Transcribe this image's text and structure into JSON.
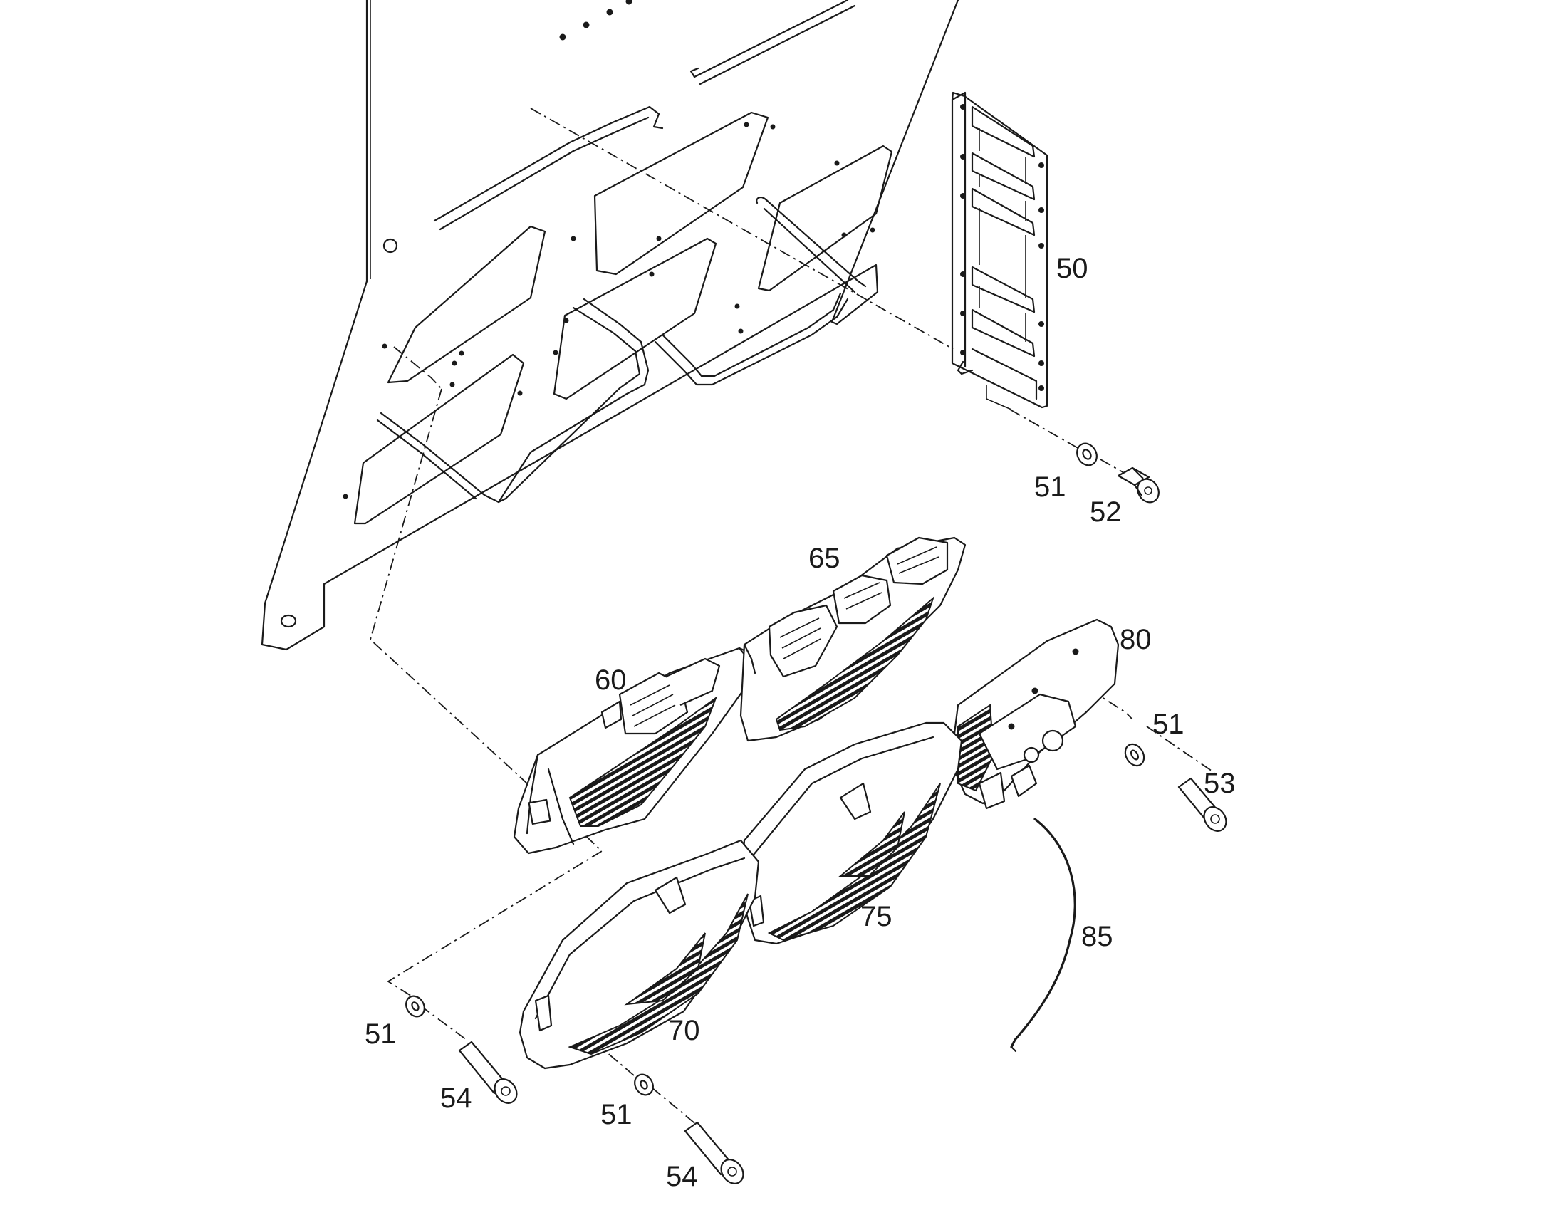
{
  "diagram": {
    "callouts": [
      {
        "id": "c50",
        "text": "50"
      },
      {
        "id": "c51a",
        "text": "51"
      },
      {
        "id": "c52",
        "text": "52"
      },
      {
        "id": "c65",
        "text": "65"
      },
      {
        "id": "c80",
        "text": "80"
      },
      {
        "id": "c60",
        "text": "60"
      },
      {
        "id": "c51b",
        "text": "51"
      },
      {
        "id": "c53",
        "text": "53"
      },
      {
        "id": "c75",
        "text": "75"
      },
      {
        "id": "c85",
        "text": "85"
      },
      {
        "id": "c51c",
        "text": "51"
      },
      {
        "id": "c70",
        "text": "70"
      },
      {
        "id": "c54a",
        "text": "54"
      },
      {
        "id": "c51d",
        "text": "51"
      },
      {
        "id": "c54b",
        "text": "54"
      }
    ]
  }
}
